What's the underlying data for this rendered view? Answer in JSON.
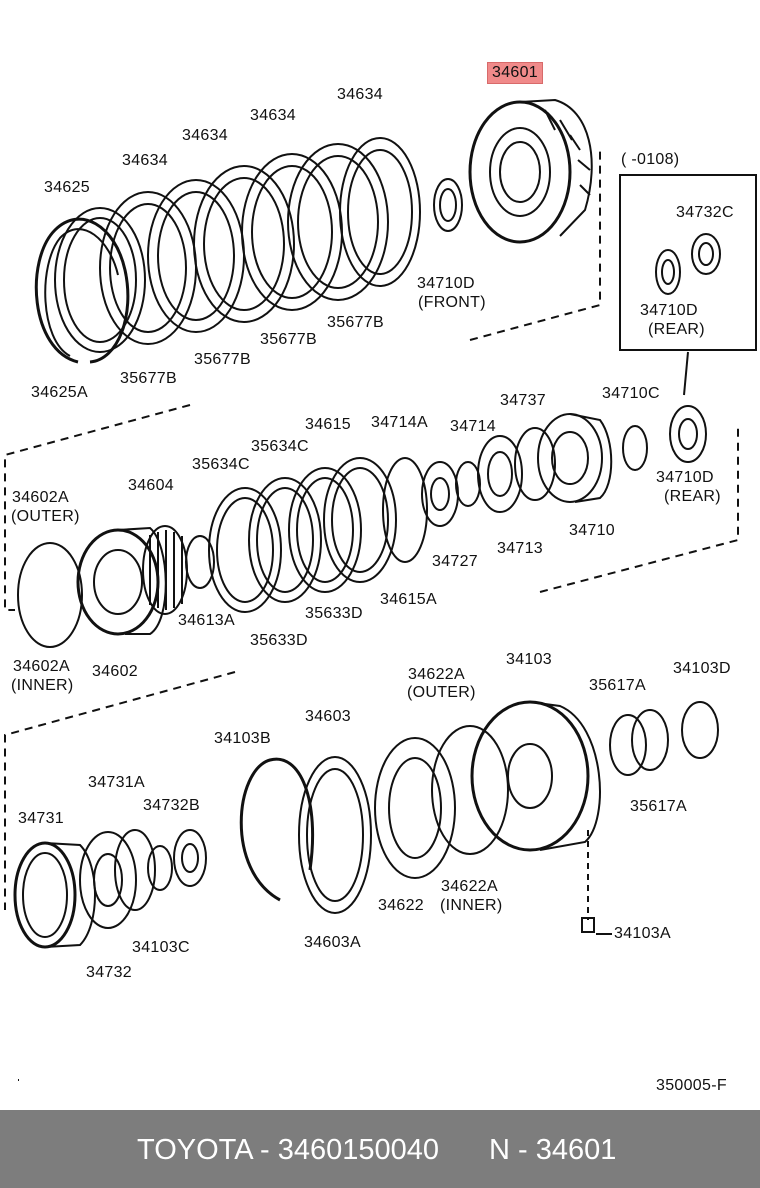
{
  "highlight_part": "34601",
  "labels": {
    "l34601": "34601",
    "l34634a": "34634",
    "l34634b": "34634",
    "l34634c": "34634",
    "l34634d": "34634",
    "l34625": "34625",
    "l34625A": "34625A",
    "l35677Ba": "35677B",
    "l35677Bb": "35677B",
    "l35677Bc": "35677B",
    "l35677Bd": "35677B",
    "l34710D": "34710D",
    "lFRONT": "(FRONT)",
    "l0108": "(       -0108)",
    "l34732C": "34732C",
    "l34710Drear1": "34710D",
    "lREAR1": "(REAR)",
    "l34710C": "34710C",
    "l34710Drear2": "34710D",
    "lREAR2": "(REAR)",
    "l34737": "34737",
    "l34714": "34714",
    "l34714A": "34714A",
    "l34615": "34615",
    "l35634Ca": "35634C",
    "l35634Cb": "35634C",
    "l34604": "34604",
    "l34602Aouter": "34602A",
    "lOUTER1": "(OUTER)",
    "l34602Ainner": "34602A",
    "lINNER1": "(INNER)",
    "l34602": "34602",
    "l34613A": "34613A",
    "l35633D1": "35633D",
    "l35633D2": "35633D",
    "l34615A": "34615A",
    "l34727": "34727",
    "l34713": "34713",
    "l34710": "34710",
    "l34622Aouter": "34622A",
    "lOUTER2": "(OUTER)",
    "l34103": "34103",
    "l35617A1": "35617A",
    "l34103D": "34103D",
    "l34603": "34603",
    "l34103B": "34103B",
    "l34731A": "34731A",
    "l34732B": "34732B",
    "l34731": "34731",
    "l35617A2": "35617A",
    "l34622Ainner": "34622A",
    "lINNER2": "(INNER)",
    "l34622": "34622",
    "l34603A": "34603A",
    "l34103C": "34103C",
    "l34732": "34732",
    "l34103A": "34103A"
  },
  "diagram_code": "350005-F",
  "footer": {
    "brand_line": "TOYOTA - 3460150040",
    "number_line": "N - 34601"
  }
}
